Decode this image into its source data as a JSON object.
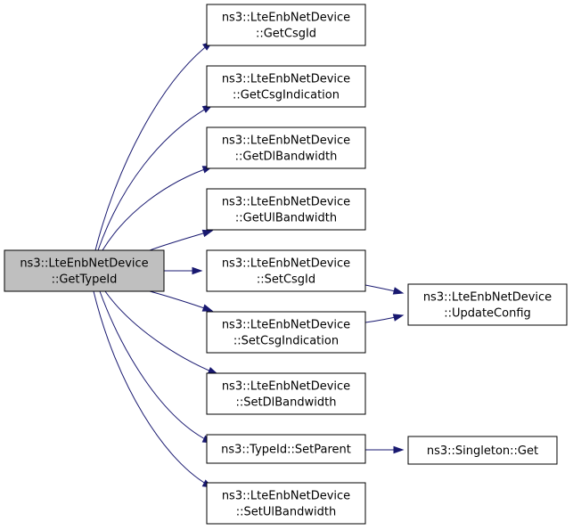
{
  "graph": {
    "edge_color": "#191970",
    "root_fill": "#bfbfbf",
    "nodes": [
      {
        "id": "gettypeid",
        "lines": [
          "ns3::LteEnbNetDevice",
          "::GetTypeId"
        ],
        "highlighted": true
      },
      {
        "id": "getcsgid",
        "lines": [
          "ns3::LteEnbNetDevice",
          "::GetCsgId"
        ]
      },
      {
        "id": "getcsgindication",
        "lines": [
          "ns3::LteEnbNetDevice",
          "::GetCsgIndication"
        ]
      },
      {
        "id": "getdlbandwidth",
        "lines": [
          "ns3::LteEnbNetDevice",
          "::GetDlBandwidth"
        ]
      },
      {
        "id": "getulbandwidth",
        "lines": [
          "ns3::LteEnbNetDevice",
          "::GetUlBandwidth"
        ]
      },
      {
        "id": "setcsgid",
        "lines": [
          "ns3::LteEnbNetDevice",
          "::SetCsgId"
        ]
      },
      {
        "id": "setcsgindication",
        "lines": [
          "ns3::LteEnbNetDevice",
          "::SetCsgIndication"
        ]
      },
      {
        "id": "setdlbandwidth",
        "lines": [
          "ns3::LteEnbNetDevice",
          "::SetDlBandwidth"
        ]
      },
      {
        "id": "typeid_setparent",
        "lines": [
          "ns3::TypeId::SetParent"
        ]
      },
      {
        "id": "setulbandwidth",
        "lines": [
          "ns3::LteEnbNetDevice",
          "::SetUlBandwidth"
        ]
      },
      {
        "id": "updateconfig",
        "lines": [
          "ns3::LteEnbNetDevice",
          "::UpdateConfig"
        ]
      },
      {
        "id": "singleton_get",
        "lines": [
          "ns3::Singleton::Get"
        ]
      }
    ],
    "edges": [
      {
        "from": "gettypeid",
        "to": "getcsgid"
      },
      {
        "from": "gettypeid",
        "to": "getcsgindication"
      },
      {
        "from": "gettypeid",
        "to": "getdlbandwidth"
      },
      {
        "from": "gettypeid",
        "to": "getulbandwidth"
      },
      {
        "from": "gettypeid",
        "to": "setcsgid"
      },
      {
        "from": "gettypeid",
        "to": "setcsgindication"
      },
      {
        "from": "gettypeid",
        "to": "setdlbandwidth"
      },
      {
        "from": "gettypeid",
        "to": "typeid_setparent"
      },
      {
        "from": "gettypeid",
        "to": "setulbandwidth"
      },
      {
        "from": "setcsgid",
        "to": "updateconfig"
      },
      {
        "from": "setcsgindication",
        "to": "updateconfig"
      },
      {
        "from": "typeid_setparent",
        "to": "singleton_get"
      }
    ]
  }
}
